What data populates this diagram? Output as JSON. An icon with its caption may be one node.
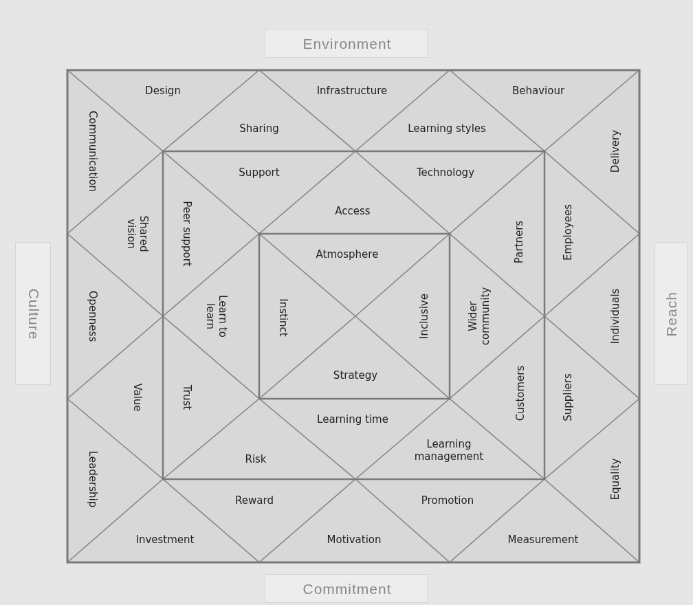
{
  "diagram": {
    "nodes": [
      {
        "text": [
          "Environment"
        ]
      },
      {
        "text": [
          "Design"
        ]
      },
      {
        "text": [
          "Infrastructure"
        ]
      },
      {
        "text": [
          "Behaviour"
        ]
      },
      {
        "text": [
          "Communication"
        ]
      },
      {
        "text": [
          "Sharing"
        ]
      },
      {
        "text": [
          "Learning styles"
        ]
      },
      {
        "text": [
          "Delivery"
        ]
      },
      {
        "text": [
          "Support"
        ]
      },
      {
        "text": [
          "Technology"
        ]
      },
      {
        "text": [
          "Access"
        ]
      },
      {
        "text": [
          "Peer support"
        ]
      },
      {
        "text": [
          "Shared vision"
        ]
      },
      {
        "text": [
          "Partners"
        ]
      },
      {
        "text": [
          "Employees"
        ]
      },
      {
        "text": [
          "Atmosphere"
        ]
      },
      {
        "text": [
          "Openness"
        ]
      },
      {
        "text": [
          "Learn to learn"
        ]
      },
      {
        "text": [
          "Instinct"
        ]
      },
      {
        "text": [
          "Inclusive"
        ]
      },
      {
        "text": [
          "Wider community"
        ]
      },
      {
        "text": [
          "Individuals"
        ]
      },
      {
        "text": [
          "Strategy"
        ]
      },
      {
        "text": [
          "Value"
        ]
      },
      {
        "text": [
          "Trust"
        ]
      },
      {
        "text": [
          "Customers"
        ]
      },
      {
        "text": [
          "Suppliers"
        ]
      },
      {
        "text": [
          "Learning time"
        ]
      },
      {
        "text": [
          "Risk"
        ]
      },
      {
        "text": [
          "Learning management"
        ]
      },
      {
        "text": [
          "Leadership"
        ]
      },
      {
        "text": [
          "Equality"
        ]
      },
      {
        "text": [
          "Reward"
        ]
      },
      {
        "text": [
          "Promotion"
        ]
      },
      {
        "text": [
          "Investment"
        ]
      },
      {
        "text": [
          "Motivation"
        ]
      },
      {
        "text": [
          "Measurement"
        ]
      },
      {
        "text": [
          "Culture"
        ]
      },
      {
        "text": [
          "Reach"
        ]
      },
      {
        "text": [
          "Commitment"
        ]
      }
    ],
    "edges": []
  }
}
